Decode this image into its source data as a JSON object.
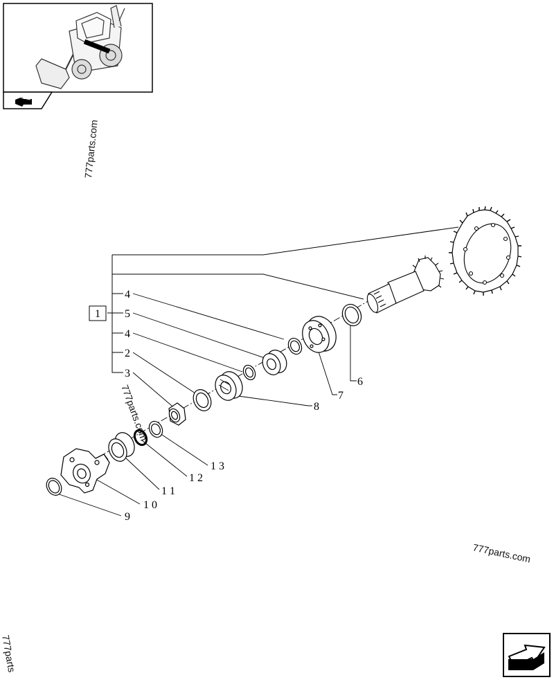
{
  "watermarks": {
    "top": "777parts.com",
    "middle": "777parts.com",
    "right": "777parts.com",
    "edge": "777parts"
  },
  "group_label": "1",
  "callouts": [
    {
      "id": "4a",
      "text": "4"
    },
    {
      "id": "5",
      "text": "5"
    },
    {
      "id": "4b",
      "text": "4"
    },
    {
      "id": "2",
      "text": "2"
    },
    {
      "id": "3",
      "text": "3"
    },
    {
      "id": "6",
      "text": "6"
    },
    {
      "id": "7",
      "text": "7"
    },
    {
      "id": "8",
      "text": "8"
    },
    {
      "id": "13",
      "text": "1 3"
    },
    {
      "id": "12",
      "text": "1 2"
    },
    {
      "id": "11",
      "text": "1 1"
    },
    {
      "id": "10",
      "text": "1 0"
    },
    {
      "id": "9",
      "text": "9"
    }
  ],
  "icons": {
    "thumbnail": "backhoe-loader-icon",
    "nav_prev": "prev-page-arrow-icon",
    "nav_next": "next-page-arrow-icon"
  }
}
